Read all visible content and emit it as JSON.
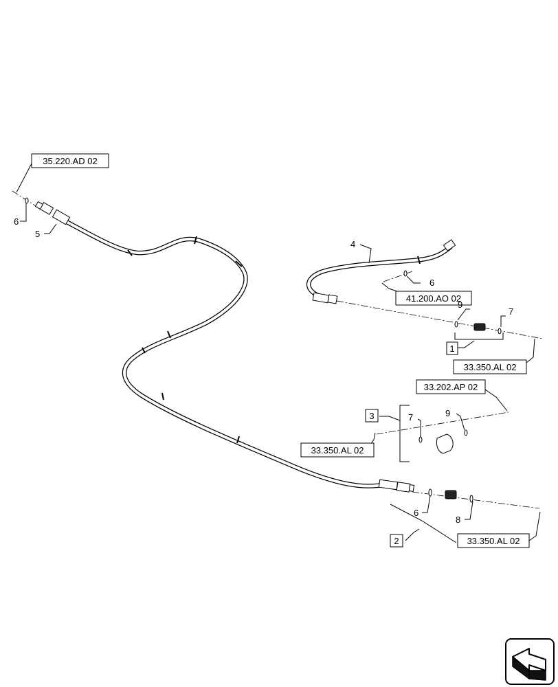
{
  "references": {
    "ref_35_220": "35.220.AD 02",
    "ref_41_200": "41.200.AO 02",
    "ref_33_350_a": "33.350.AL 02",
    "ref_33_202": "33.202.AP 02",
    "ref_33_350_b": "33.350.AL 02",
    "ref_33_350_c": "33.350.AL 02"
  },
  "kits": {
    "kit_1": "1",
    "kit_2": "2",
    "kit_3": "3"
  },
  "callouts": {
    "c6_left": "6",
    "c5": "5",
    "c4": "4",
    "c6_upper": "6",
    "c9_upper": "9",
    "c7_upper": "7",
    "c7_mid": "7",
    "c9_mid": "9",
    "c6_lower": "6",
    "c8": "8"
  },
  "icons": {
    "nav_icon": "direction-arrow-icon"
  }
}
